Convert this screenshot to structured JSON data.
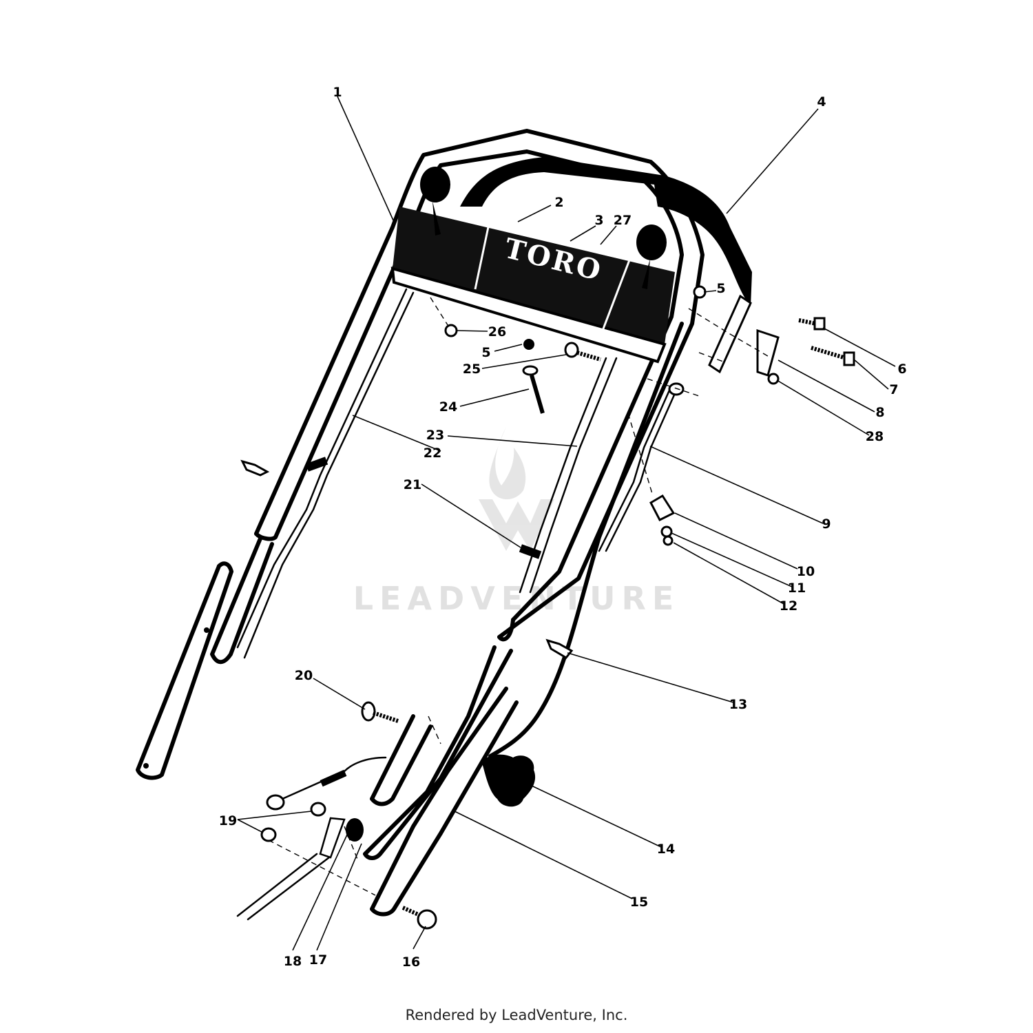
{
  "diagram": {
    "brand": "TORO",
    "watermark": "LEADVENTURE",
    "footer": "Rendered by LeadVenture, Inc.",
    "labels": {
      "l1": "1",
      "l2": "2",
      "l3": "3",
      "l27": "27",
      "l4": "4",
      "l5a": "5",
      "l5b": "5",
      "l6": "6",
      "l7": "7",
      "l8": "8",
      "l28": "28",
      "l26": "26",
      "l25": "25",
      "l24": "24",
      "l23": "23",
      "l22": "22",
      "l9": "9",
      "l21": "21",
      "l10": "10",
      "l11": "11",
      "l12": "12",
      "l13": "13",
      "l20": "20",
      "l14": "14",
      "l15": "15",
      "l19": "19",
      "l18": "18",
      "l17": "17",
      "l16": "16"
    }
  }
}
